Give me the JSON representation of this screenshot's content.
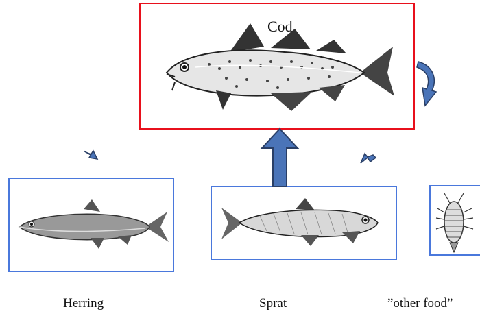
{
  "predator": {
    "label": "Cod"
  },
  "prey": [
    {
      "id": "herring",
      "label": "Herring"
    },
    {
      "id": "sprat",
      "label": "Sprat"
    },
    {
      "id": "other",
      "label": "”other food”"
    }
  ],
  "colors": {
    "predator_border": "#e8101c",
    "prey_border": "#4a78dc",
    "arrow_fill": "#4a74b8",
    "arrow_stroke": "#2a3f66"
  }
}
